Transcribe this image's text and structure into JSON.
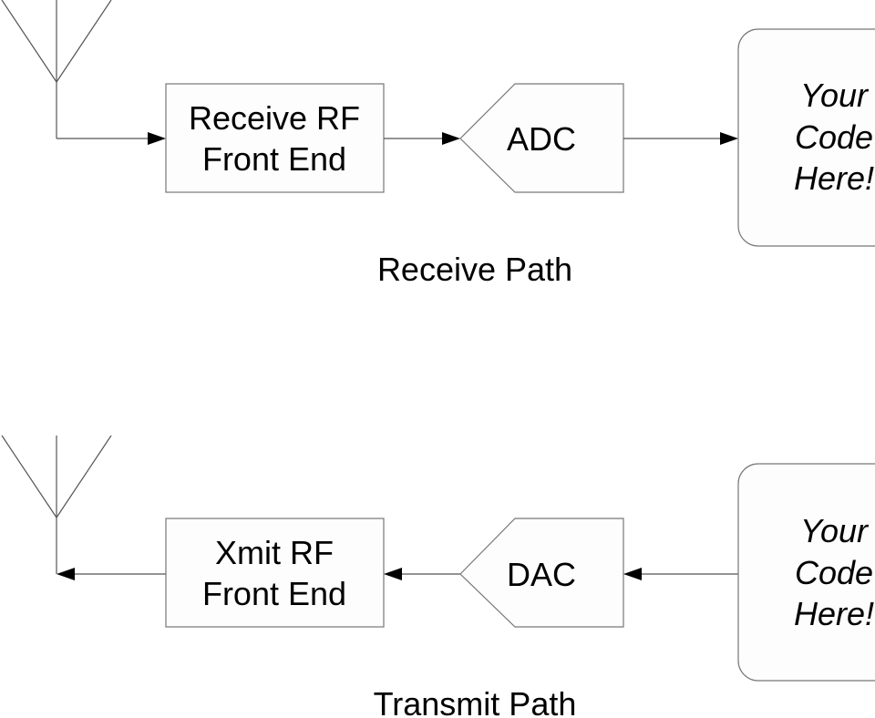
{
  "receive_path": {
    "caption": "Receive Path",
    "rf_block": {
      "line1": "Receive RF",
      "line2": "Front End"
    },
    "converter": "ADC",
    "code_block": {
      "line1": "Your",
      "line2": "Code",
      "line3": "Here!"
    }
  },
  "transmit_path": {
    "caption": "Transmit Path",
    "rf_block": {
      "line1": "Xmit RF",
      "line2": "Front End"
    },
    "converter": "DAC",
    "code_block": {
      "line1": "Your",
      "line2": "Code",
      "line3": "Here!"
    }
  }
}
